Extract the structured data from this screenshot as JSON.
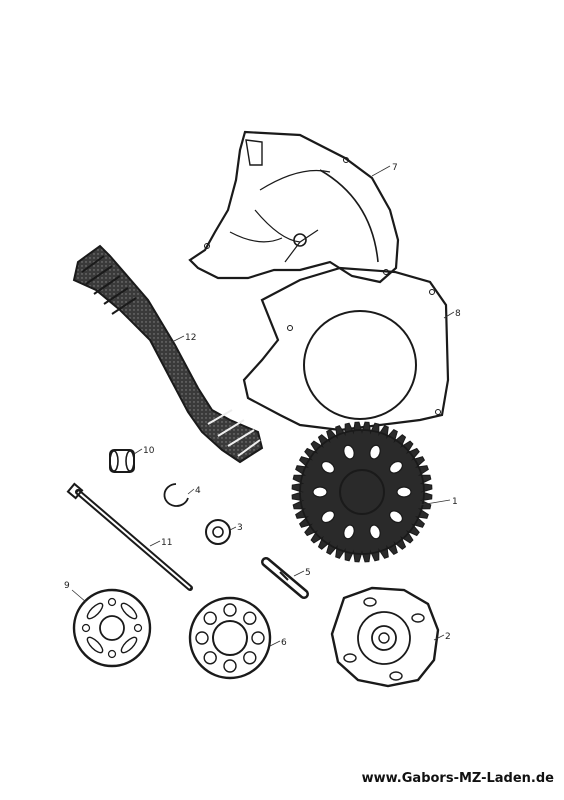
{
  "parts": [
    {
      "id": "p1",
      "number": "1"
    },
    {
      "id": "p2",
      "number": "2"
    },
    {
      "id": "p3",
      "number": "3"
    },
    {
      "id": "p4",
      "number": "4"
    },
    {
      "id": "p5",
      "number": "5"
    },
    {
      "id": "p6",
      "number": "6"
    },
    {
      "id": "p7",
      "number": "7"
    },
    {
      "id": "p8",
      "number": "8"
    },
    {
      "id": "p9",
      "number": "9"
    },
    {
      "id": "p10",
      "number": "10"
    },
    {
      "id": "p11",
      "number": "11"
    },
    {
      "id": "p12",
      "number": "12"
    }
  ],
  "watermark": "www.Gabors-MZ-Laden.de"
}
